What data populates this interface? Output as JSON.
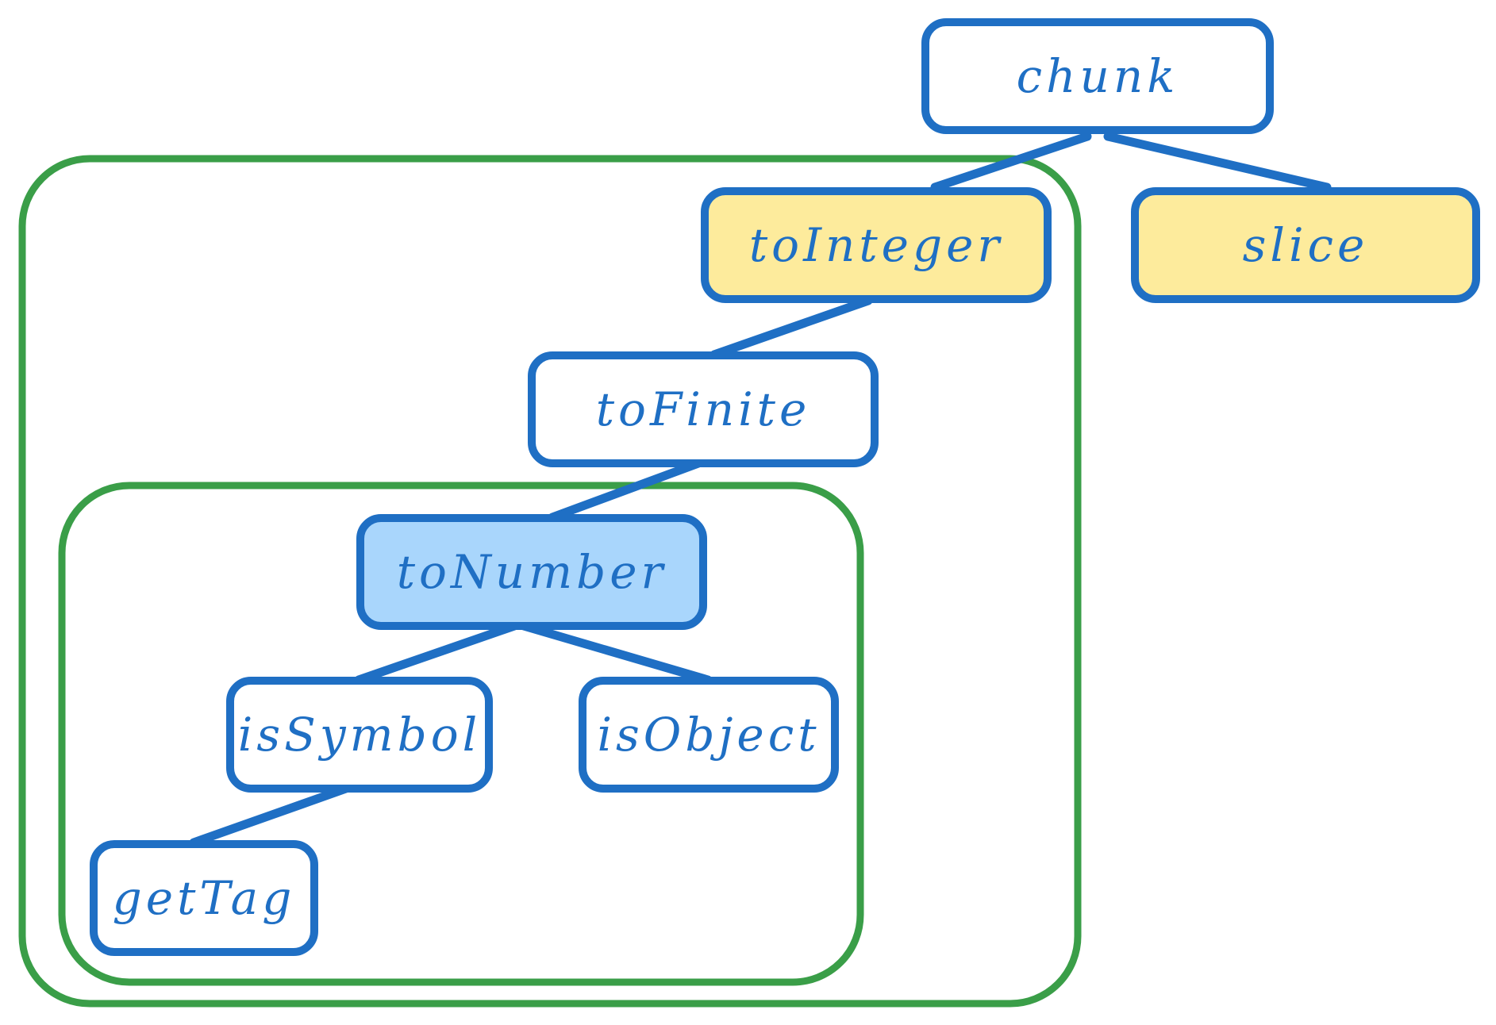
{
  "colors": {
    "edge": "#1f6fc4",
    "node_border": "#1f6fc4",
    "node_text": "#1f6fc4",
    "node_plain": "#ffffff",
    "node_yellow": "#fdeb9c",
    "node_blue": "#a9d6fc",
    "group_border": "#3a9e48"
  },
  "nodes": {
    "chunk": {
      "label": "chunk",
      "fill": "plain"
    },
    "toInteger": {
      "label": "toInteger",
      "fill": "yellow"
    },
    "slice": {
      "label": "slice",
      "fill": "yellow"
    },
    "toFinite": {
      "label": "toFinite",
      "fill": "plain"
    },
    "toNumber": {
      "label": "toNumber",
      "fill": "blue"
    },
    "isSymbol": {
      "label": "isSymbol",
      "fill": "plain"
    },
    "isObject": {
      "label": "isObject",
      "fill": "plain"
    },
    "getTag": {
      "label": "getTag",
      "fill": "plain"
    }
  },
  "edges": [
    [
      "chunk",
      "toInteger"
    ],
    [
      "chunk",
      "slice"
    ],
    [
      "toInteger",
      "toFinite"
    ],
    [
      "toFinite",
      "toNumber"
    ],
    [
      "toNumber",
      "isSymbol"
    ],
    [
      "toNumber",
      "isObject"
    ],
    [
      "isSymbol",
      "getTag"
    ]
  ],
  "groups": [
    {
      "id": "outer",
      "contains": [
        "toInteger",
        "toFinite",
        "toNumber",
        "isSymbol",
        "isObject",
        "getTag"
      ]
    },
    {
      "id": "inner",
      "contains": [
        "toNumber",
        "isSymbol",
        "isObject",
        "getTag"
      ]
    }
  ]
}
